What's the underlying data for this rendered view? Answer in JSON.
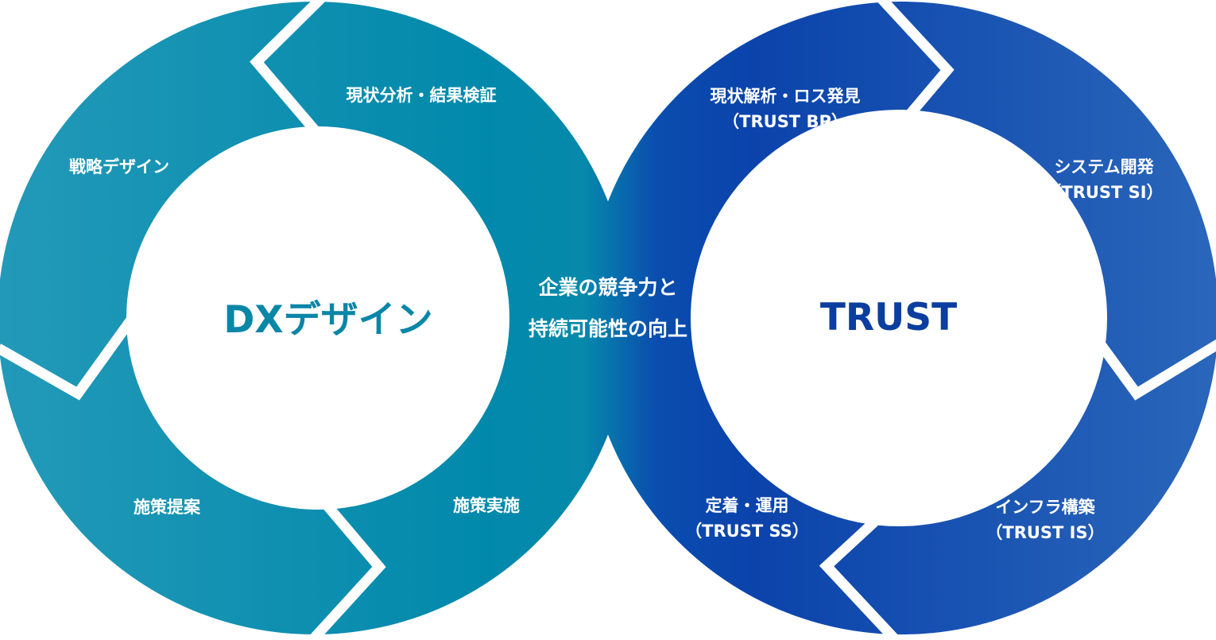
{
  "diagram": {
    "left_loop": {
      "title": "DXデザイン",
      "color": "#0C8EAE",
      "segments": [
        {
          "line1": "現状分析・結果検証",
          "line2": ""
        },
        {
          "line1": "戦略デザイン",
          "line2": ""
        },
        {
          "line1": "施策提案",
          "line2": ""
        },
        {
          "line1": "施策実施",
          "line2": ""
        }
      ]
    },
    "right_loop": {
      "title": "TRUST",
      "color": "#0D47AF",
      "segments": [
        {
          "line1": "現状解析・ロス発見",
          "line2": "（TRUST BP）"
        },
        {
          "line1": "システム開発",
          "line2": "（TRUST SI）"
        },
        {
          "line1": "インフラ構築",
          "line2": "（TRUST IS）"
        },
        {
          "line1": "定着・運用",
          "line2": "（TRUST SS）"
        }
      ]
    },
    "center": {
      "line1": "企業の競争力と",
      "line2": "持続可能性の向上"
    },
    "colors": {
      "left_light": "#2399B8",
      "left_dark": "#0189AB",
      "right_dark": "#0B43AB",
      "right_light": "#2A66BA",
      "left_title": "#0A86A7",
      "right_title": "#0B3E9E"
    }
  }
}
